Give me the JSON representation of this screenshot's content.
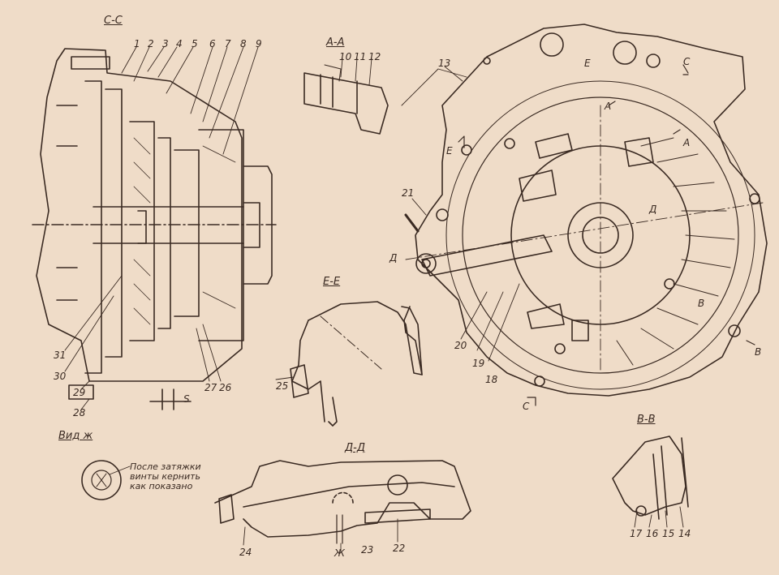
{
  "sections": {
    "cc": "С-С",
    "aa": "А-А",
    "ee": "Е-Е",
    "dd": "Д-Д",
    "vv": "В-В",
    "view_zh": "Вид ж"
  },
  "note": "После затяжки винты кернить как показано",
  "callouts": [
    "1",
    "2",
    "3",
    "4",
    "5",
    "6",
    "7",
    "8",
    "9",
    "10",
    "11",
    "12",
    "13",
    "14",
    "15",
    "16",
    "17",
    "18",
    "19",
    "20",
    "21",
    "22",
    "23",
    "24",
    "25",
    "26",
    "27",
    "28",
    "29",
    "30",
    "31"
  ],
  "markers": {
    "s": "S",
    "a": "А",
    "e": "Е",
    "c": "С",
    "d": "Д",
    "b": "В",
    "zh": "Ж"
  },
  "colors": {
    "paper": "#efdcc8",
    "ink": "#3a2a22"
  }
}
